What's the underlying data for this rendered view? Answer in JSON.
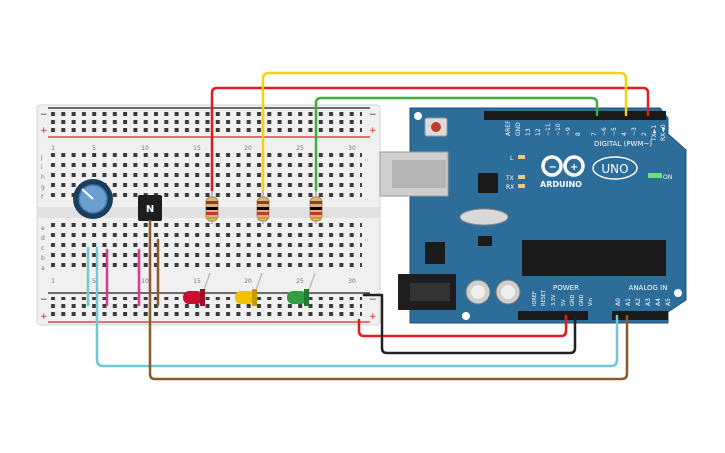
{
  "breadboard": {
    "column_numbers": [
      "1",
      "5",
      "10",
      "15",
      "20",
      "25",
      "30"
    ],
    "row_letters_top": [
      "j",
      "i",
      "h",
      "g",
      "f"
    ],
    "row_letters_bottom": [
      "e",
      "d",
      "c",
      "b",
      "a"
    ],
    "rail_plus": "+",
    "rail_minus": "−"
  },
  "transistor": {
    "label": "N"
  },
  "arduino": {
    "brand": "ARDUINO",
    "model": "UNO",
    "digital_label": "DIGITAL (PWM~)",
    "digital_pins": [
      "AREF",
      "GND",
      "13",
      "12",
      "~11",
      "~10",
      "~9",
      "8",
      "7",
      "~6",
      "~5",
      "4",
      "~3",
      "2",
      "TX►1",
      "RX◄0"
    ],
    "indicators": [
      "L",
      "TX",
      "RX"
    ],
    "on_label": "ON",
    "power_label": "POWER",
    "power_pins": [
      "IOREF",
      "RESET",
      "3.3V",
      "5V",
      "GND",
      "GND",
      "Vin"
    ],
    "analog_label": "ANALOG IN",
    "analog_pins": [
      "A0",
      "A1",
      "A2",
      "A3",
      "A4",
      "A5"
    ]
  },
  "colors": {
    "wire_red": "#e01b24",
    "wire_yellow": "#f5d20f",
    "wire_green": "#3fae3f",
    "wire_black": "#222222",
    "wire_cyan": "#6fc8d4",
    "wire_brown": "#8b5a2b",
    "wire_magenta": "#d6398f",
    "board_blue": "#2c6d99",
    "breadboard": "#f0f0f0",
    "led_red": "#c8102e",
    "led_yellow": "#f2c200",
    "led_green": "#2ea043"
  }
}
